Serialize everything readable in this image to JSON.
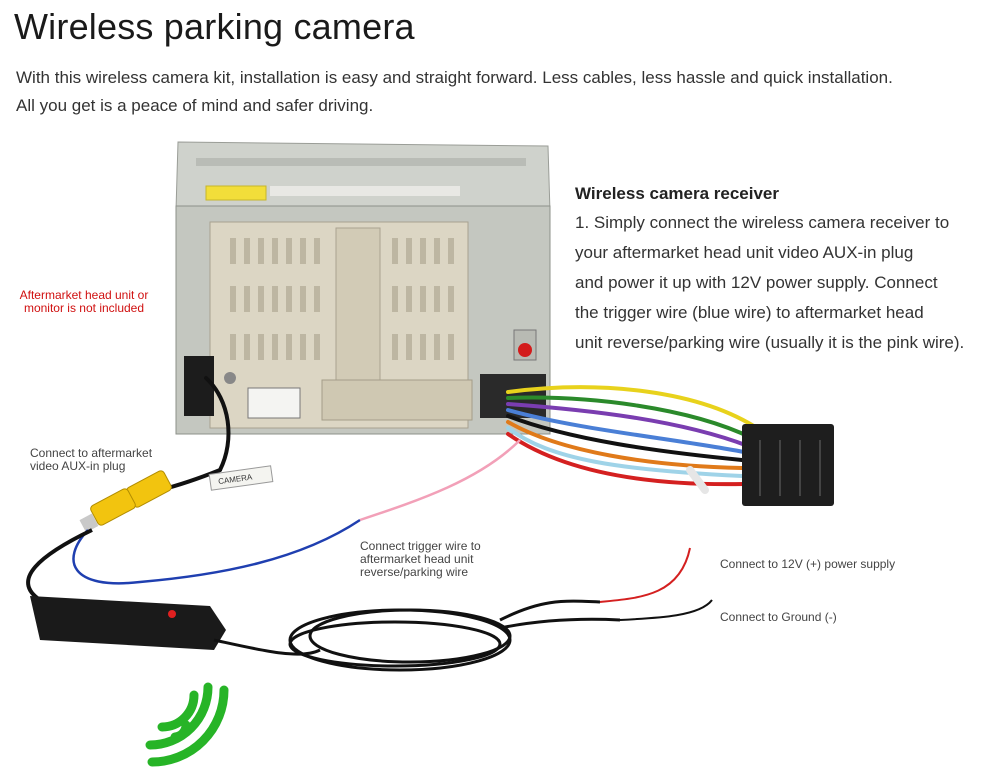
{
  "heading": "Wireless parking camera",
  "intro": [
    "With this wireless camera kit, installation is easy and straight forward.  Less cables, less hassle and quick installation.",
    "All you get is a peace of mind and safer driving."
  ],
  "receiver": {
    "title": "Wireless camera receiver",
    "lines": [
      "1. Simply connect the wireless camera receiver to",
      "your aftermarket head unit video AUX-in plug",
      "and power it up with 12V power supply.  Connect",
      "the trigger wire (blue wire) to aftermarket head",
      "unit reverse/parking wire (usually it is the pink wire)."
    ]
  },
  "labels": {
    "not_included": [
      "Aftermarket head unit or",
      "monitor is not included"
    ],
    "aux_in": [
      "Connect to aftermarket",
      "video AUX-in plug"
    ],
    "trigger": [
      "Connect trigger wire to",
      "aftermarket head unit",
      "reverse/parking wire"
    ],
    "power": "Connect to 12V (+) power supply",
    "ground": "Connect to Ground (-)",
    "camera_tag": "CAMERA"
  },
  "colors": {
    "note_red": "#d01010",
    "signal_green": "#27b427",
    "rca_yellow": "#f2c40f",
    "trigger_blue": "#1f3fb0",
    "pink_wire": "#f2a0b8",
    "power_red": "#d42020",
    "ground_black": "#111111"
  },
  "icons": [
    "head-unit-image",
    "wireless-signal-icon",
    "receiver-module-image",
    "wire-harness-image"
  ]
}
